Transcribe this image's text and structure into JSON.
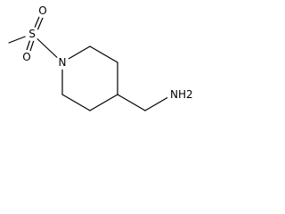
{
  "molecule": {
    "atoms": {
      "oxygen_top": "O",
      "oxygen_bottom": "O",
      "sulfur": "S",
      "nitrogen_ring": "N",
      "amine": "NH2"
    },
    "colors": {
      "bond": "#000000",
      "label": "#000000",
      "background": "#ffffff"
    }
  }
}
